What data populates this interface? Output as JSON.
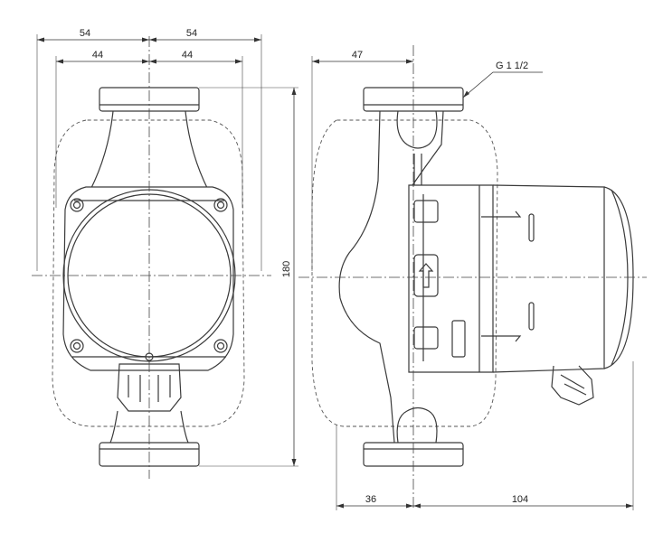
{
  "dimensions": {
    "top_outer_left": "54",
    "top_outer_right": "54",
    "top_inner_left": "44",
    "top_inner_right": "44",
    "height": "180",
    "side_top": "47",
    "bottom_left": "36",
    "bottom_right": "104"
  },
  "callouts": {
    "thread": "G 1 1/2"
  },
  "colors": {
    "line": "#3a3a3a",
    "background": "#ffffff"
  }
}
